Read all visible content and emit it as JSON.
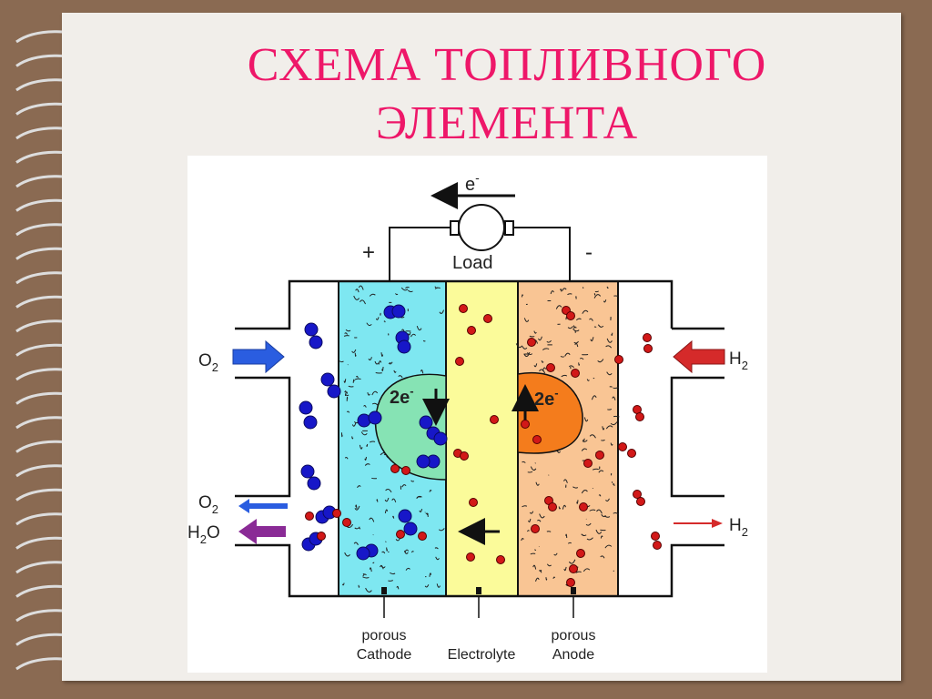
{
  "slide": {
    "title_line1": "СХЕМА ТОПЛИВНОГО",
    "title_line2": "ЭЛЕМЕНТА"
  },
  "diagram": {
    "electron_label": "e",
    "electron_sup": "-",
    "load_label": "Load",
    "plus_sign": "+",
    "minus_sign": "-",
    "cathode_electrons": "2e",
    "anode_electrons": "2e",
    "inputs": {
      "o2_in": "O",
      "o2_in_sub": "2",
      "h2_in": "H",
      "h2_in_sub": "2",
      "o2_out": "O",
      "o2_out_sub": "2",
      "h2o_out_h": "H",
      "h2o_out_sub": "2",
      "h2o_out_o": "O",
      "h2_out": "H",
      "h2_out_sub": "2"
    },
    "bottom_labels": {
      "cathode_line1": "porous",
      "cathode_line2": "Cathode",
      "electrolyte": "Electrolyte",
      "anode_line1": "porous",
      "anode_line2": "Anode"
    },
    "colors": {
      "title": "#ee1769",
      "cathode": "#7ee7f1",
      "electrolyte": "#fbfb9a",
      "anode": "#f9c594",
      "cathode_blob": "#86e3b4",
      "anode_blob": "#f47c1c",
      "oxygen": "#1717c8",
      "hydrogen": "#d21818",
      "o2_arrow": "#2a5de0",
      "h2o_arrow": "#8a2b96",
      "h2_arrow": "#d52a2a"
    }
  }
}
